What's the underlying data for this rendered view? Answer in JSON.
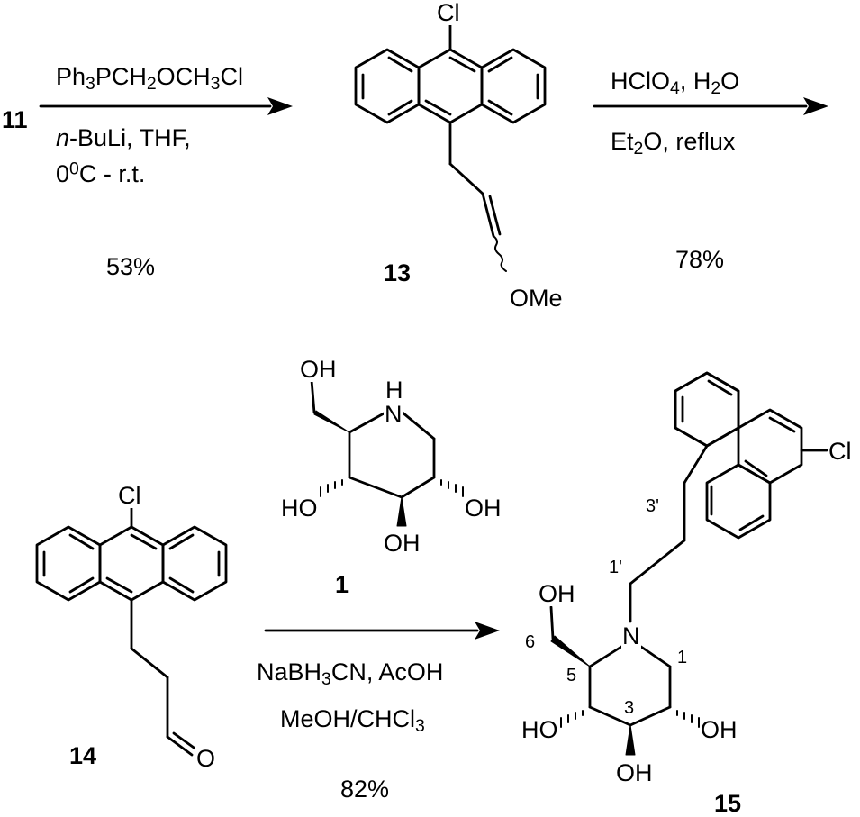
{
  "compounds": {
    "c11": "11",
    "c13": "13",
    "c1": "1",
    "c14": "14",
    "c15": "15"
  },
  "step1": {
    "reagent_a": "Ph",
    "reagent_a_sub1": "3",
    "reagent_b": "PCH",
    "reagent_b_sub": "2",
    "reagent_c": "OCH",
    "reagent_c_sub": "3",
    "reagent_d": "Cl",
    "base_italic": "n",
    "base_rest": "-BuLi, THF,",
    "temp_a": "0",
    "temp_sup": "0",
    "temp_b": "C - r.t.",
    "yield": "53%"
  },
  "step2": {
    "acid_a": "HClO",
    "acid_sub": "4",
    "acid_b": ", H",
    "acid_sub2": "2",
    "acid_c": "O",
    "solvent_a": "Et",
    "solvent_sub": "2",
    "solvent_b": "O, reflux",
    "yield": "78%"
  },
  "step3": {
    "reagent_a": "NaBH",
    "reagent_sub": "3",
    "reagent_b": "CN, AcOH",
    "solvent_a": "MeOH/CHCl",
    "solvent_sub": "3",
    "yield": "82%"
  },
  "atoms": {
    "cl": "Cl",
    "ome": "OMe",
    "o": "O",
    "oh": "OH",
    "ho": "HO",
    "n": "N",
    "h": "H"
  },
  "numbering": {
    "n1": "1",
    "n3": "3",
    "n5": "5",
    "n6": "6",
    "n1p": "1'",
    "n3p": "3'"
  }
}
